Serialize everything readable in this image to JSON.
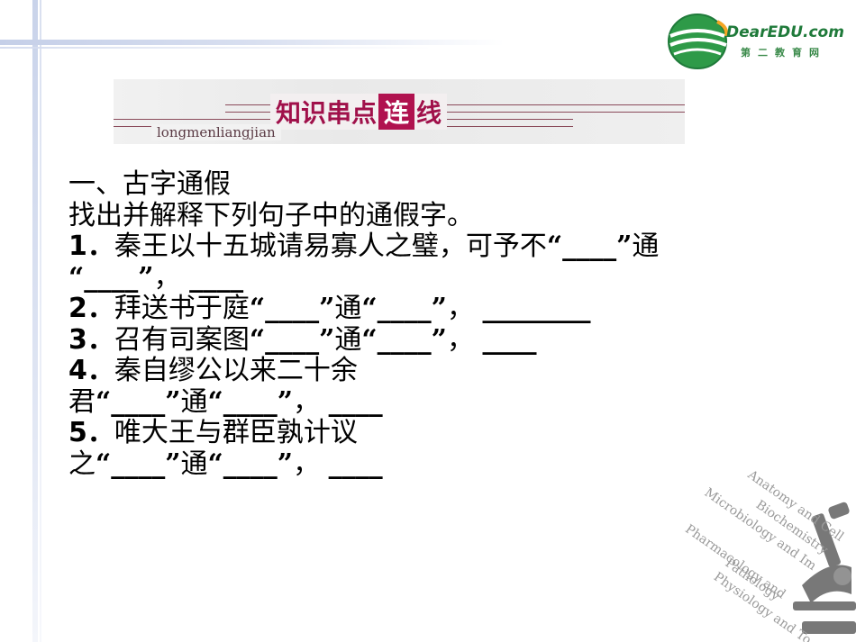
{
  "logo": {
    "text": "DearEDU.com",
    "subtext": "第二教育网",
    "colors": {
      "primary": "#1f7a3a",
      "accent": "#f5a623"
    }
  },
  "banner": {
    "title_part1": "知识串点",
    "title_highlight": "连",
    "title_part2": "线",
    "subtitle": "longmenliangjian",
    "accent_color": "#b0124f"
  },
  "content": {
    "heading": "一、古字通假",
    "instruction": "找出并解释下列句子中的通假字。",
    "items": [
      {
        "num": "1．",
        "text": "秦王以十五城请易寡人之璧，可予不",
        "continuation": ""
      },
      {
        "num": "2．",
        "text": "拜送书于庭"
      },
      {
        "num": "3．",
        "text": "召有司案图"
      },
      {
        "num": "4．",
        "text": "秦自缪公以来二十余",
        "continuation": "君"
      },
      {
        "num": "5．",
        "text": "唯大王与群臣孰计议",
        "continuation": "之"
      }
    ],
    "blank_short": "____",
    "blank_long": "________",
    "tong": "通",
    "comma": "，",
    "open_q": "“",
    "close_q": "”"
  },
  "decoration": {
    "words": [
      "Anatomy and Cell",
      "Biochemistry",
      "Microbiology and Im",
      "Pharmacology and",
      "Pathology",
      "Physiology and To"
    ]
  }
}
